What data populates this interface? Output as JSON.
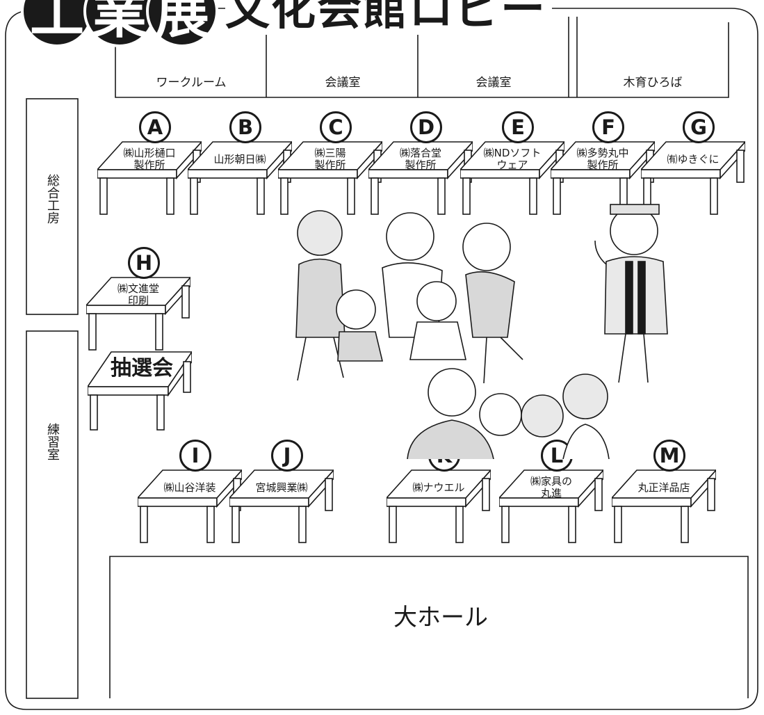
{
  "title": {
    "circled": [
      "工",
      "業",
      "展"
    ],
    "rest": "文化会館ロビー"
  },
  "rooms": {
    "top": [
      "ワークルーム",
      "会議室",
      "会議室",
      "木育ひろば"
    ],
    "left": [
      "総合工房",
      "練習室"
    ],
    "hall": "大ホール"
  },
  "booths": [
    {
      "letter": "A",
      "name": "㈱山形樋口\n製作所"
    },
    {
      "letter": "B",
      "name": "山形朝日㈱"
    },
    {
      "letter": "C",
      "name": "㈱三陽\n製作所"
    },
    {
      "letter": "D",
      "name": "㈱落合堂\n製作所"
    },
    {
      "letter": "E",
      "name": "㈱NDソフト\nウェア"
    },
    {
      "letter": "F",
      "name": "㈱多勢丸中\n製作所"
    },
    {
      "letter": "G",
      "name": "㈲ゆきぐに"
    },
    {
      "letter": "H",
      "name": "㈱文進堂\n印刷"
    },
    {
      "letter": "I",
      "name": "㈱山谷洋装"
    },
    {
      "letter": "J",
      "name": "宮城興業㈱"
    },
    {
      "letter": "K",
      "name": "㈱ナウエル"
    },
    {
      "letter": "L",
      "name": "㈱家具の\n丸進"
    },
    {
      "letter": "M",
      "name": "丸正洋品店"
    }
  ],
  "lottery": "抽選会",
  "colors": {
    "ink": "#1a1a1a",
    "paper": "#ffffff"
  }
}
